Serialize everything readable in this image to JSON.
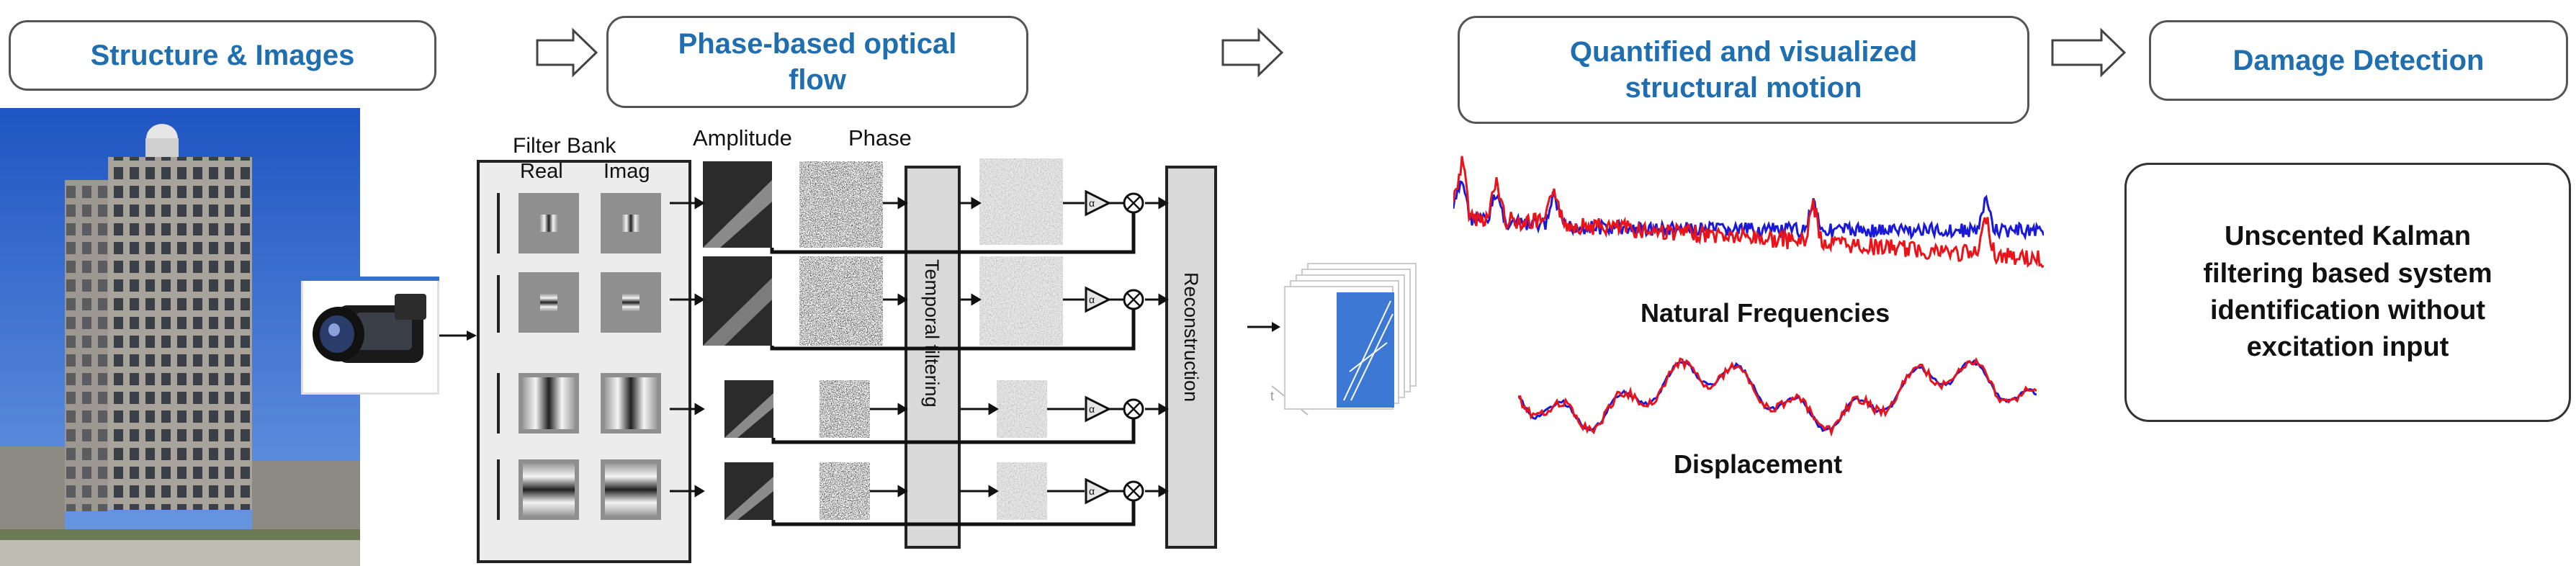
{
  "stages": {
    "structure_images": "Structure & Images",
    "phase_flow_line1": "Phase-based optical",
    "phase_flow_line2": "flow",
    "quantified_line1": "Quantified and visualized",
    "quantified_line2": "structural motion",
    "damage_detection": "Damage Detection"
  },
  "pipeline": {
    "filter_bank": "Filter Bank",
    "real": "Real",
    "imag": "Imag",
    "amplitude": "Amplitude",
    "phase": "Phase",
    "temporal_filtering": "Temporal filtering",
    "reconstruction": "Reconstruction",
    "alpha_symbol": "α",
    "multiply_symbol": "⊗",
    "time_axis": "t"
  },
  "results": {
    "natural_frequencies": "Natural Frequencies",
    "displacement": "Displacement"
  },
  "damage_text": {
    "line1": "Unscented Kalman",
    "line2": "filtering based system",
    "line3": "identification without",
    "line4": "excitation input"
  },
  "colors": {
    "stage_text": "#1f6fb0",
    "series_red": "#e8141a",
    "series_blue": "#1a1ad6",
    "sky": "#2f66c9",
    "building": "#9a9690"
  },
  "icons": [
    "right-arrow-icon",
    "camera-icon",
    "amplifier-icon",
    "multiplier-icon"
  ]
}
